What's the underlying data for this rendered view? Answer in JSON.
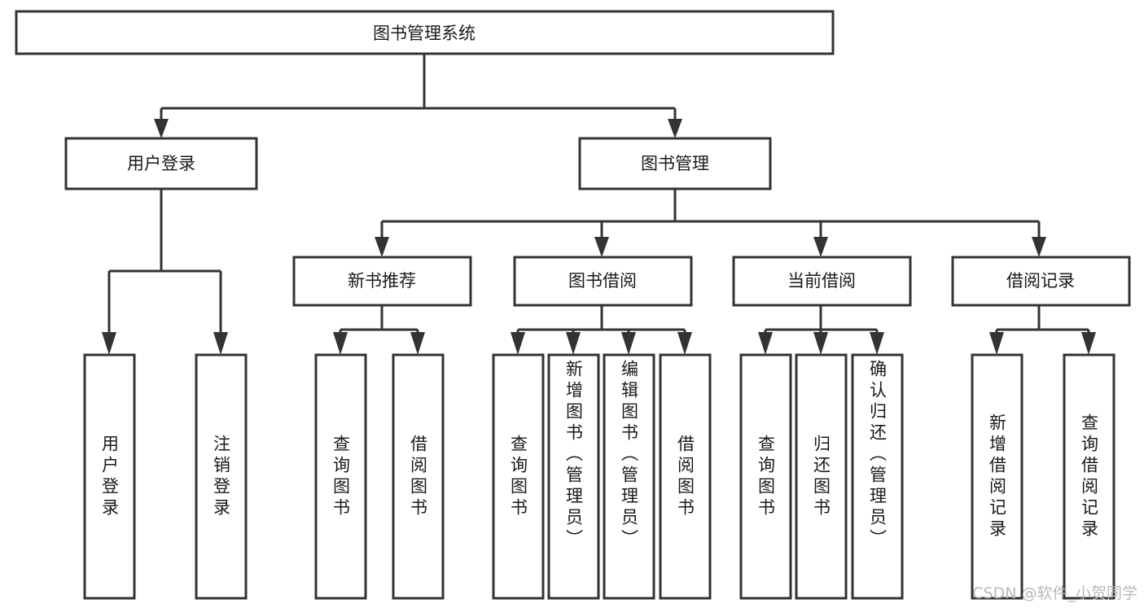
{
  "diagram": {
    "title": "图书管理系统",
    "type": "hierarchy-tree",
    "colors": {
      "box_stroke": "#333333",
      "box_fill": "#ffffff",
      "text": "#1a1a1a",
      "canvas": "#ffffff",
      "watermark": "#b9b9b9"
    },
    "root": {
      "label": "图书管理系统"
    },
    "level2": [
      {
        "label": "用户登录"
      },
      {
        "label": "图书管理"
      }
    ],
    "level3": [
      {
        "label": "新书推荐"
      },
      {
        "label": "图书借阅"
      },
      {
        "label": "当前借阅"
      },
      {
        "label": "借阅记录"
      }
    ],
    "leaves": {
      "user_login": [
        {
          "label": "用户登录"
        },
        {
          "label": "注销登录"
        }
      ],
      "new_book_recommend": [
        {
          "label": "查询图书"
        },
        {
          "label": "借阅图书"
        }
      ],
      "book_borrow": [
        {
          "label": "查询图书"
        },
        {
          "label": "新增图书（管理员）"
        },
        {
          "label": "编辑图书（管理员）"
        },
        {
          "label": "借阅图书"
        }
      ],
      "current_borrow": [
        {
          "label": "查询图书"
        },
        {
          "label": "归还图书"
        },
        {
          "label": "确认归还（管理员）"
        }
      ],
      "borrow_record": [
        {
          "label": "新增借阅记录"
        },
        {
          "label": "查询借阅记录"
        }
      ]
    },
    "watermark": "CSDN @软件_小贺同学"
  }
}
